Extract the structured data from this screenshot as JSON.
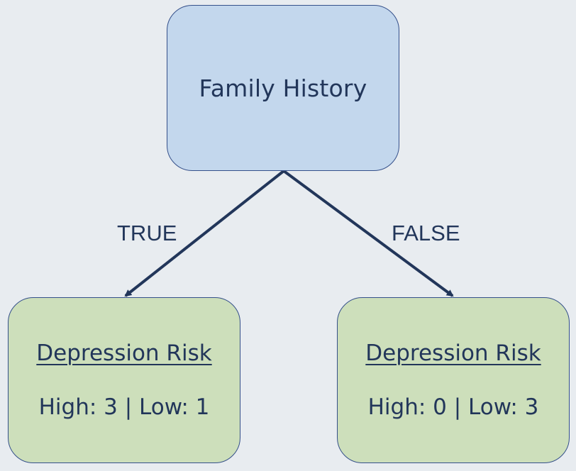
{
  "root": {
    "label": "Family History"
  },
  "edges": {
    "true_label": "TRUE",
    "false_label": "FALSE"
  },
  "leaves": [
    {
      "title": "Depression Risk",
      "stats": "High: 3 | Low: 1"
    },
    {
      "title": "Depression Risk",
      "stats": "High: 0 | Low: 3"
    }
  ],
  "colors": {
    "background": "#e8ecf0",
    "root_fill": "#c3d7ed",
    "leaf_fill": "#cddfbb",
    "border": "#35508a",
    "text_and_arrows": "#22365a"
  }
}
